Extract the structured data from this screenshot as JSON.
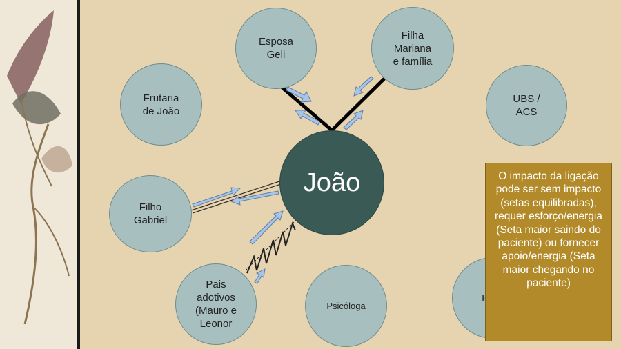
{
  "center": {
    "label": "João"
  },
  "nodes": {
    "esposa": "Esposa\nGeli",
    "filha": "Filha\nMariana\ne família",
    "frutaria": "Frutaria\nde João",
    "ubs": "UBS /\nACS",
    "filho": "Filho\nGabriel",
    "pais": "Pais\nadotivos\n(Mauro e\nLeonor",
    "psicologa": "Psicóloga",
    "igreja_partial": "Ig"
  },
  "note": {
    "text": "O impacto da ligação pode ser sem impacto (setas equilibradas), requer esforço/energia (Seta maior saindo do paciente) ou fornecer apoio/energia (Seta maior chegando no paciente)"
  },
  "colors": {
    "background": "#e6d3b0",
    "node_fill": "#a7c0bf",
    "center_fill": "#395a55",
    "note_fill": "#b38a2a",
    "arrow_fill": "#a9c4e4",
    "link_line": "#000000"
  }
}
